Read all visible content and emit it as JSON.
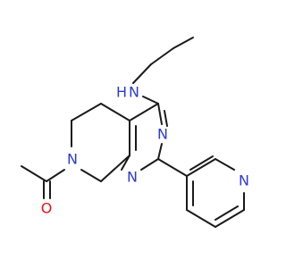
{
  "molecule": {
    "atoms": {
      "amine_n": "N",
      "amine_h": "H",
      "pyrimidine_n_top": "N",
      "pyrimidine_n_bottom": "N",
      "piperidine_n": "N",
      "pyridine_n": "N",
      "carbonyl_o": "O"
    },
    "colors": {
      "bond": "#1a1a1a",
      "nitrogen": "#2b3bd9",
      "oxygen": "#e8141a",
      "background": "#ffffff"
    }
  }
}
